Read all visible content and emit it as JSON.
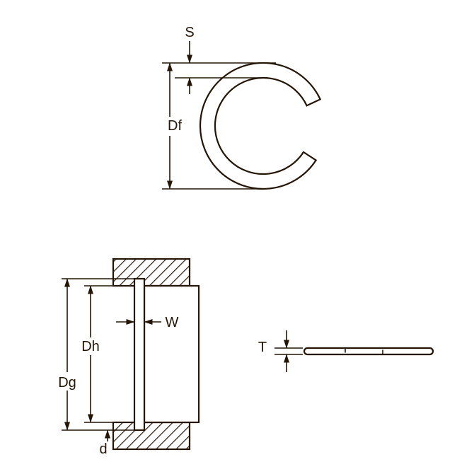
{
  "drawing": {
    "colors": {
      "line": "#241505",
      "background": "#ffffff",
      "part_fill": "#ffffff"
    },
    "front_view": {
      "labels": {
        "section_height": "S",
        "free_diameter": "Df"
      }
    },
    "installed_view": {
      "labels": {
        "bore_diameter": "Dh",
        "groove_diameter": "Dg",
        "ring_width": "W",
        "groove_depth": "d"
      }
    },
    "edge_view": {
      "labels": {
        "thickness": "T"
      }
    }
  }
}
